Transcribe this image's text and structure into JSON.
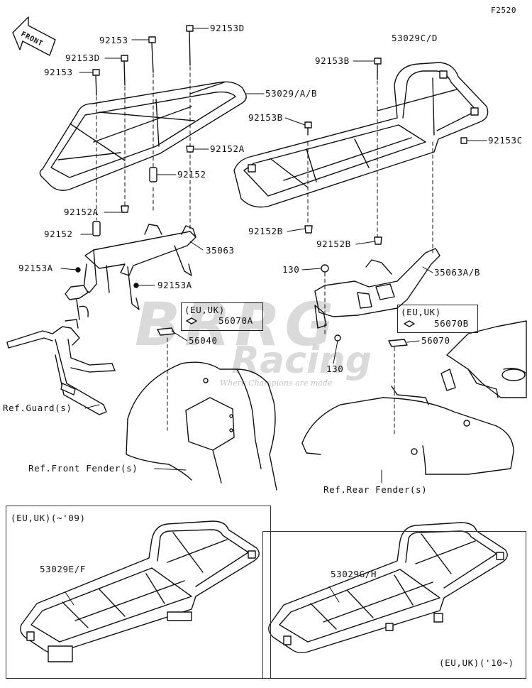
{
  "figure_code": "F2520",
  "front_arrow_text": "FRONT",
  "watermark": {
    "text_big": "BRRG",
    "text_script": "Racing",
    "tagline": "Where Champions are made"
  },
  "labels": {
    "p92153_top": "92153",
    "p92153D_top": "92153D",
    "p92153D_left": "92153D",
    "p92153_left": "92153",
    "p53029AB": "53029/A/B",
    "p92152A_r": "92152A",
    "p92152_r": "92152",
    "p92152A_l": "92152A",
    "p92152_l": "92152",
    "p35063": "35063",
    "p92153A_l": "92153A",
    "p92153A_r": "92153A",
    "p53029CD": "53029C/D",
    "p92153B_a": "92153B",
    "p92153B_b": "92153B",
    "p92153C": "92153C",
    "p92152B_a": "92152B",
    "p92152B_b": "92152B",
    "p130_a": "130",
    "p130_b": "130",
    "p35063AB": "35063A/B",
    "p56040": "56040",
    "p56070": "56070",
    "p56070A": "56070A",
    "p56070B": "56070B",
    "ref_guard": "Ref.Guard(s)",
    "ref_front": "Ref.Front Fender(s)",
    "ref_rear": "Ref.Rear Fender(s)",
    "box_eu_left": "(EU,UK)",
    "box_eu_right": "(EU,UK)",
    "inset_left_title": "(EU,UK)(~'09)",
    "p53029EF": "53029E/F",
    "p53029GH": "53029G/H",
    "inset_right_title": "(EU,UK)('10~)"
  }
}
